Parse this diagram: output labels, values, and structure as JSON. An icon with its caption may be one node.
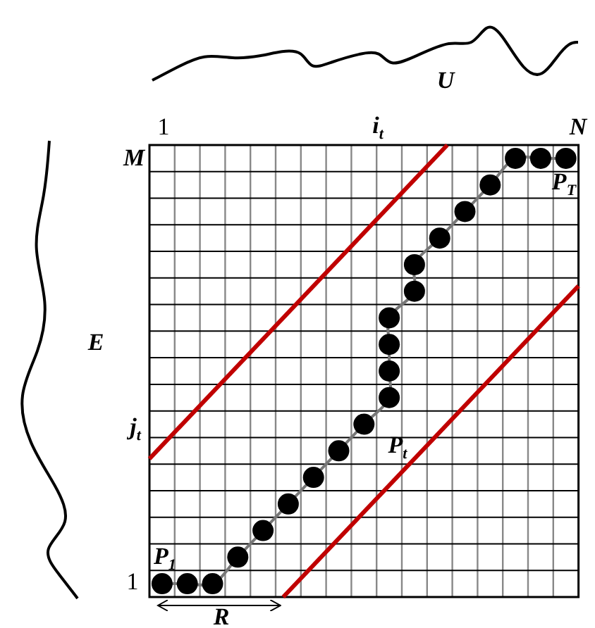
{
  "diagram": {
    "labels": [
      "U",
      "1",
      "i$_{t}$",
      "N",
      "M",
      "P$_{T}$",
      "E",
      "j$_{t}$",
      "P$_{t}$",
      "P$_{1}$",
      "1",
      "R"
    ]
  }
}
